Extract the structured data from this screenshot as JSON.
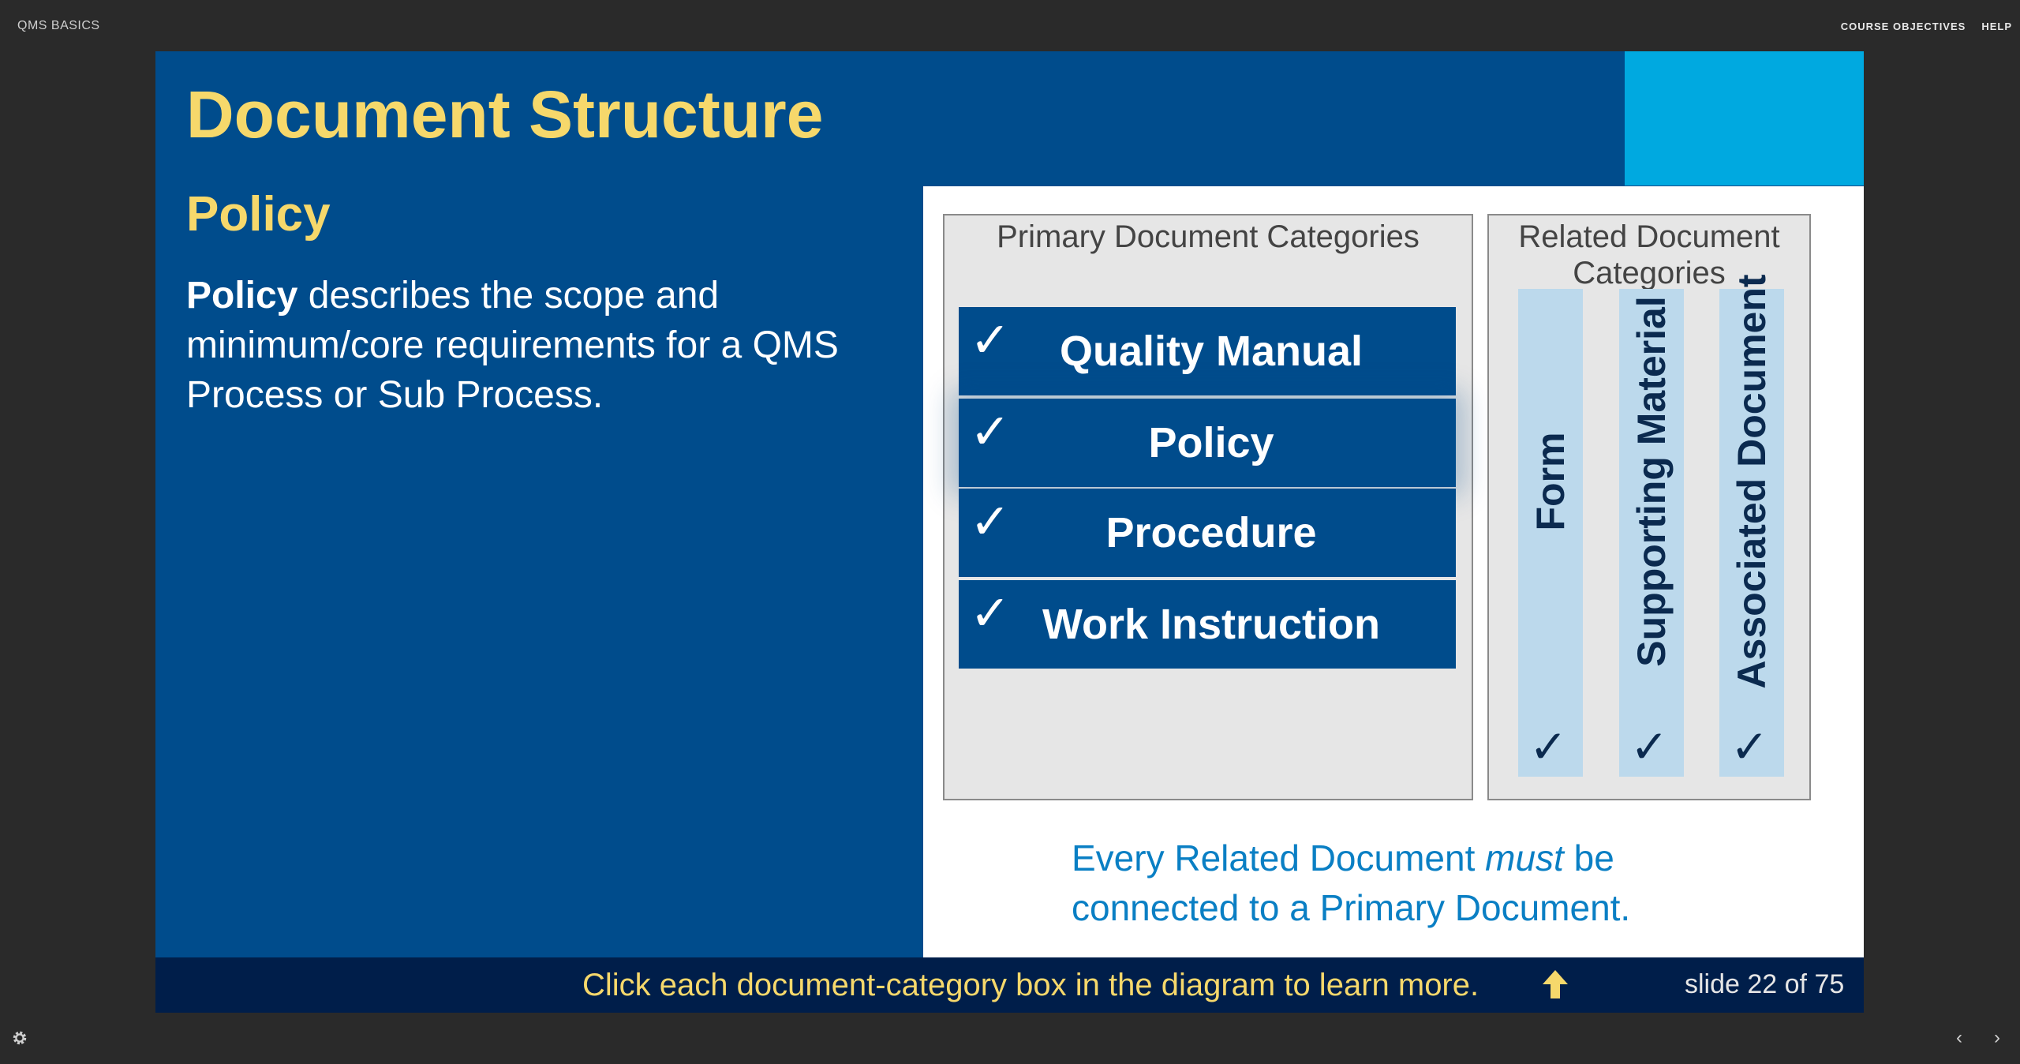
{
  "header": {
    "app_title": "QMS BASICS",
    "nav": [
      "COURSE OBJECTIVES",
      "HELP"
    ]
  },
  "slide": {
    "title": "Document Structure",
    "subtitle": "Policy",
    "body_bold": "Policy",
    "body_rest": " describes the scope and minimum/core requirements for a QMS Process or Sub Process.",
    "primary_title": "Primary Document Categories",
    "primary_items": [
      {
        "label": "Quality Manual",
        "check": "✓"
      },
      {
        "label": "Policy",
        "check": "✓"
      },
      {
        "label": "Procedure",
        "check": "✓"
      },
      {
        "label": "Work Instruction",
        "check": "✓"
      }
    ],
    "related_title": "Related Document Categories",
    "related_items": [
      {
        "label": "Form",
        "check": "✓"
      },
      {
        "label": "Supporting Material",
        "check": "✓"
      },
      {
        "label": "Associated Document",
        "check": "✓"
      }
    ],
    "note_part1": "Every Related Document ",
    "note_italic": "must",
    "note_part2": " be connected to a Primary Document.",
    "instruction": "Click each document-category box in the diagram to learn more.",
    "slide_counter": "slide 22 of 75"
  },
  "colors": {
    "slide_bg": "#004c8c",
    "accent": "#00a9e0",
    "title_yellow": "#f6d86b",
    "note_blue": "#0a7fc4",
    "strip_bg": "#001e4a"
  },
  "icons": {
    "settings": "gear-icon",
    "prev": "chevron-left-icon",
    "next": "chevron-right-icon",
    "instruction": "arrow-up-icon"
  }
}
